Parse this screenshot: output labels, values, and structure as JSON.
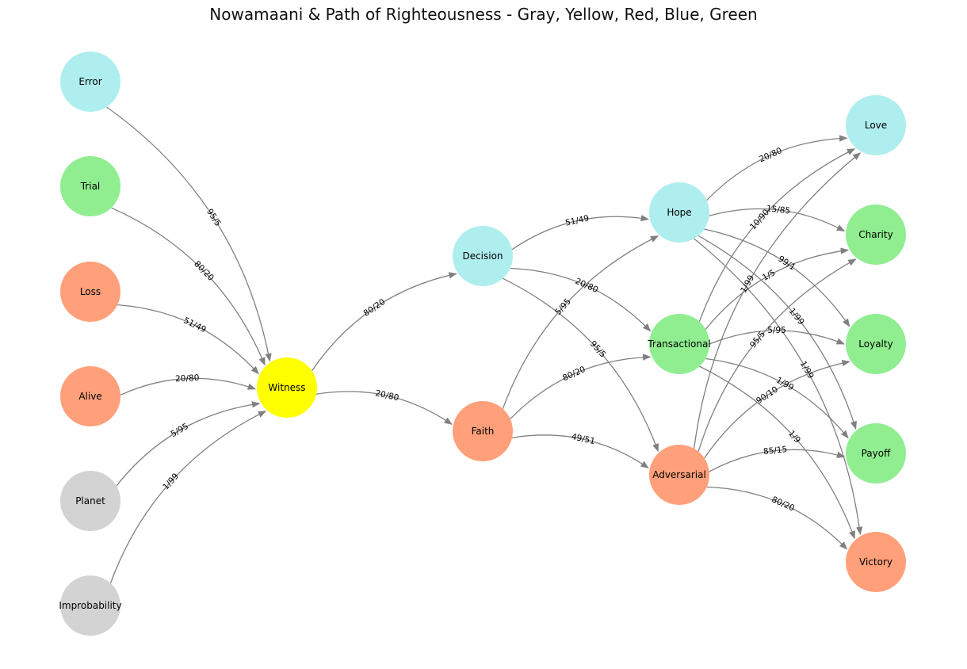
{
  "title": "Nowamaani & Path of Righteousness - Gray, Yellow, Red, Blue, Green",
  "colors": {
    "gray": "#d3d3d3",
    "yellow": "#ffff00",
    "red": "#ffa07a",
    "blue": "#afeeee",
    "green": "#90ee90",
    "edge": "#808080"
  },
  "nodes": [
    {
      "id": "Error",
      "label": "Error",
      "color": "blue"
    },
    {
      "id": "Trial",
      "label": "Trial",
      "color": "green"
    },
    {
      "id": "Loss",
      "label": "Loss",
      "color": "red"
    },
    {
      "id": "Alive",
      "label": "Alive",
      "color": "red"
    },
    {
      "id": "Planet",
      "label": "Planet",
      "color": "gray"
    },
    {
      "id": "Improbability",
      "label": "Improbability",
      "color": "gray"
    },
    {
      "id": "Witness",
      "label": "Witness",
      "color": "yellow"
    },
    {
      "id": "Decision",
      "label": "Decision",
      "color": "blue"
    },
    {
      "id": "Faith",
      "label": "Faith",
      "color": "red"
    },
    {
      "id": "Hope",
      "label": "Hope",
      "color": "blue"
    },
    {
      "id": "Transactional",
      "label": "Transactional",
      "color": "green"
    },
    {
      "id": "Adversarial",
      "label": "Adversarial",
      "color": "red"
    },
    {
      "id": "Love",
      "label": "Love",
      "color": "blue"
    },
    {
      "id": "Charity",
      "label": "Charity",
      "color": "green"
    },
    {
      "id": "Loyalty",
      "label": "Loyalty",
      "color": "green"
    },
    {
      "id": "Payoff",
      "label": "Payoff",
      "color": "green"
    },
    {
      "id": "Victory",
      "label": "Victory",
      "color": "red"
    }
  ],
  "edges": [
    {
      "from": "Error",
      "to": "Witness",
      "label": "95/5"
    },
    {
      "from": "Trial",
      "to": "Witness",
      "label": "80/20"
    },
    {
      "from": "Loss",
      "to": "Witness",
      "label": "51/49"
    },
    {
      "from": "Alive",
      "to": "Witness",
      "label": "20/80"
    },
    {
      "from": "Planet",
      "to": "Witness",
      "label": "5/95"
    },
    {
      "from": "Improbability",
      "to": "Witness",
      "label": "1/99"
    },
    {
      "from": "Witness",
      "to": "Decision",
      "label": "80/20"
    },
    {
      "from": "Witness",
      "to": "Faith",
      "label": "20/80"
    },
    {
      "from": "Decision",
      "to": "Hope",
      "label": "51/49"
    },
    {
      "from": "Decision",
      "to": "Transactional",
      "label": "20/80"
    },
    {
      "from": "Decision",
      "to": "Adversarial",
      "label": "95/5"
    },
    {
      "from": "Faith",
      "to": "Hope",
      "label": "5/95"
    },
    {
      "from": "Faith",
      "to": "Transactional",
      "label": "80/20"
    },
    {
      "from": "Faith",
      "to": "Adversarial",
      "label": "49/51"
    },
    {
      "from": "Hope",
      "to": "Love",
      "label": "20/80"
    },
    {
      "from": "Hope",
      "to": "Charity",
      "label": "15/85"
    },
    {
      "from": "Hope",
      "to": "Loyalty",
      "label": "99/1"
    },
    {
      "from": "Hope",
      "to": "Payoff",
      "label": "1/99"
    },
    {
      "from": "Hope",
      "to": "Victory",
      "label": "1/99"
    },
    {
      "from": "Transactional",
      "to": "Love",
      "label": "10/90"
    },
    {
      "from": "Transactional",
      "to": "Charity",
      "label": "1/5"
    },
    {
      "from": "Transactional",
      "to": "Loyalty",
      "label": "5/95"
    },
    {
      "from": "Transactional",
      "to": "Payoff",
      "label": "1/99"
    },
    {
      "from": "Transactional",
      "to": "Victory",
      "label": "1/9"
    },
    {
      "from": "Adversarial",
      "to": "Love",
      "label": "1/99"
    },
    {
      "from": "Adversarial",
      "to": "Charity",
      "label": "95/5"
    },
    {
      "from": "Adversarial",
      "to": "Loyalty",
      "label": "90/10"
    },
    {
      "from": "Adversarial",
      "to": "Payoff",
      "label": "85/15"
    },
    {
      "from": "Adversarial",
      "to": "Victory",
      "label": "80/20"
    }
  ]
}
